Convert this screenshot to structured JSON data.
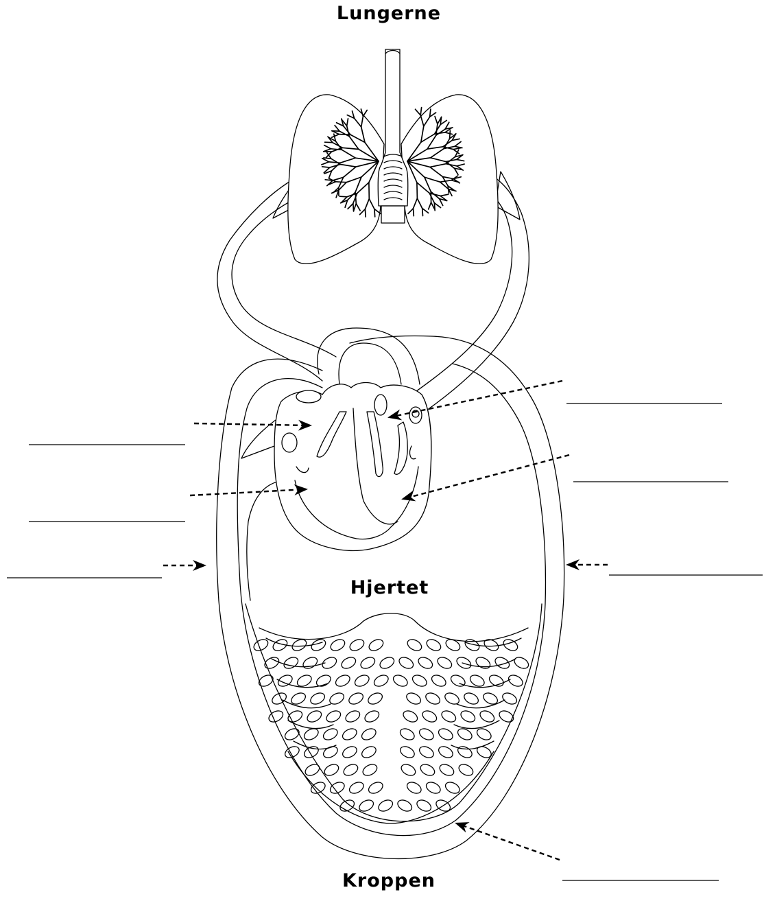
{
  "titles": {
    "lungs": "Lungerne",
    "heart": "Hjertet",
    "body": "Kroppen"
  },
  "answer_blanks": [
    {
      "id": "upper-left",
      "value": ""
    },
    {
      "id": "middle-left",
      "value": ""
    },
    {
      "id": "lower-left",
      "value": ""
    },
    {
      "id": "upper-right",
      "value": ""
    },
    {
      "id": "middle-right",
      "value": ""
    },
    {
      "id": "lower-right",
      "value": ""
    },
    {
      "id": "bottom-right",
      "value": ""
    }
  ],
  "colors": {
    "ink": "#000000",
    "paper": "#ffffff"
  }
}
